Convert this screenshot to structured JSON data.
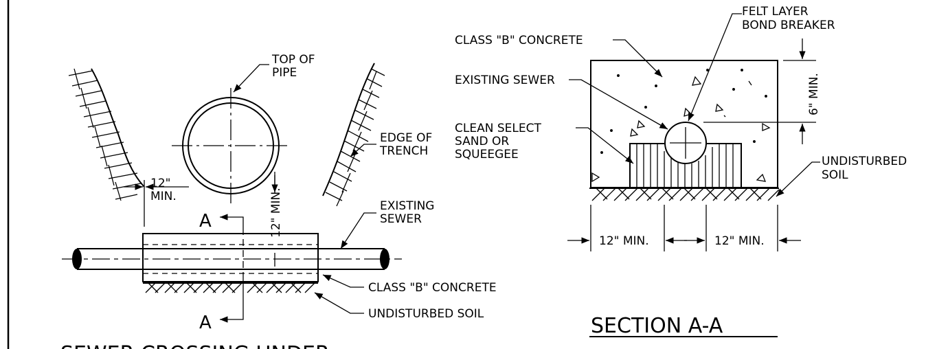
{
  "left_view": {
    "top_of_pipe": [
      "TOP OF",
      "PIPE"
    ],
    "edge_of_trench": [
      "EDGE OF",
      "TRENCH"
    ],
    "clearance_side": [
      "12\"",
      "MIN."
    ],
    "clearance_vertical": "12\" MIN.",
    "section_mark": "A",
    "existing_sewer": [
      "EXISTING",
      "SEWER"
    ],
    "concrete": "CLASS \"B\" CONCRETE",
    "soil": "UNDISTURBED SOIL",
    "title_partial": "SEWER CROSSING UNDER"
  },
  "section_view": {
    "felt": [
      "FELT LAYER",
      "BOND BREAKER"
    ],
    "concrete": "CLASS \"B\" CONCRETE",
    "existing_sewer": "EXISTING SEWER",
    "sand": [
      "CLEAN SELECT",
      "SAND OR",
      "SQUEEGEE"
    ],
    "cover": "6\" MIN.",
    "soil": [
      "UNDISTURBED",
      "SOIL"
    ],
    "dim_left": "12\" MIN.",
    "dim_right": "12\" MIN.",
    "title": "SECTION A-A"
  }
}
